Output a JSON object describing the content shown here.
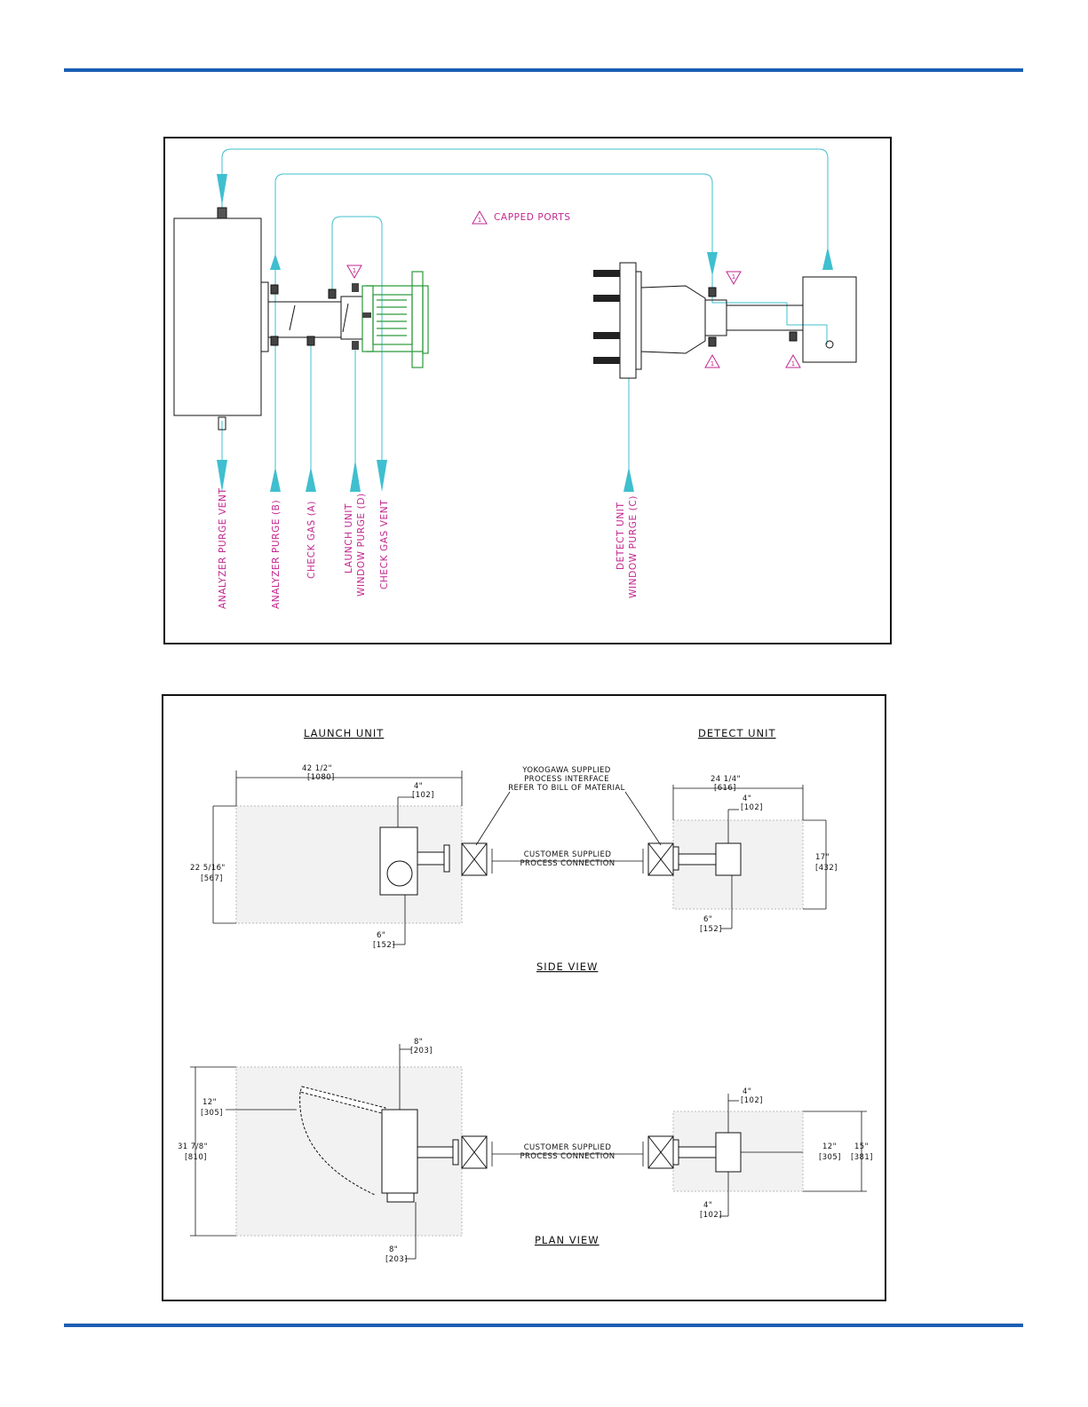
{
  "purge_diagram": {
    "capped_ports_note": "CAPPED PORTS",
    "capped_symbol": "1",
    "labels": [
      "ANALYZER PURGE VENT",
      "ANALYZER PURGE (B)",
      "CHECK GAS (A)",
      "LAUNCH UNIT",
      "WINDOW PURGE (D)",
      "CHECK GAS VENT",
      "DETECT UNIT",
      "WINDOW PURGE (C)"
    ],
    "colors": {
      "lines": "#3fbfcf",
      "labels": "#c2278f",
      "flange": "#2a9a3a"
    }
  },
  "layout_drawing": {
    "launch_title": "LAUNCH UNIT",
    "detect_title": "DETECT UNIT",
    "side_view_title": "SIDE VIEW",
    "plan_view_title": "PLAN VIEW",
    "yokogawa_note": [
      "YOKOGAWA SUPPLIED",
      "PROCESS INTERFACE",
      "REFER TO BILL OF MATERIAL"
    ],
    "customer_note": [
      "CUSTOMER SUPPLIED",
      "PROCESS CONNECTION"
    ],
    "dimensions": {
      "launch_width": [
        "42 1/2\"",
        "[1080]"
      ],
      "launch_top_clear": [
        "4\"",
        "[102]"
      ],
      "launch_height": [
        "22 5/16\"",
        "[567]"
      ],
      "launch_bottom_clear": [
        "6\"",
        "[152]"
      ],
      "detect_width": [
        "24 1/4\"",
        "[616]"
      ],
      "detect_top_clear": [
        "4\"",
        "[102]"
      ],
      "detect_height": [
        "17\"",
        "[432]"
      ],
      "detect_bottom_clear": [
        "6\"",
        "[152]"
      ],
      "plan_launch_top": [
        "8\"",
        "[203]"
      ],
      "plan_launch_door": [
        "12\"",
        "[305]"
      ],
      "plan_launch_height": [
        "31 7/8\"",
        "[810]"
      ],
      "plan_launch_bottom": [
        "8\"",
        "[203]"
      ],
      "plan_detect_top": [
        "4\"",
        "[102]"
      ],
      "plan_detect_right": [
        "12\"",
        "[305]"
      ],
      "plan_detect_height": [
        "15\"",
        "[381]"
      ],
      "plan_detect_bottom": [
        "4\"",
        "[102]"
      ]
    }
  }
}
